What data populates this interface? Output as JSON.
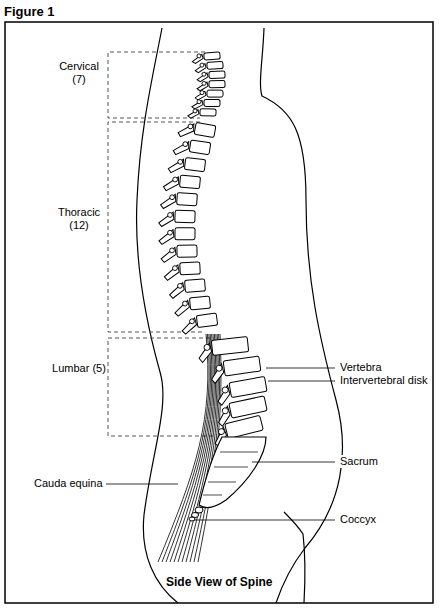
{
  "diagram": {
    "title": "Figure 1",
    "caption": "Side View of Spine",
    "labels": [
      "Cervical (7)",
      "Thoracic (12)",
      "Lumbar (5)",
      "Vertebra",
      "Intervertebral disk",
      "Sacrum",
      "Cauda equina",
      "Coccyx"
    ]
  }
}
